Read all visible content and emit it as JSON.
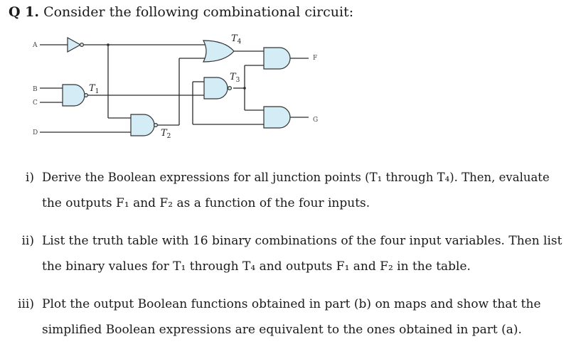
{
  "question": {
    "label": "Q 1.",
    "text": "Consider the following combinational circuit:"
  },
  "circuit": {
    "inputs": [
      "A",
      "B",
      "C",
      "D"
    ],
    "outputs": [
      "F",
      "G"
    ],
    "junctions": [
      "T",
      "T",
      "T",
      "T"
    ],
    "junction_subs": [
      "1",
      "2",
      "3",
      "4"
    ]
  },
  "items": [
    {
      "number": "i)",
      "line1": "Derive the Boolean expressions for all junction points (T₁ through T₄). Then, evaluate",
      "line2": "the outputs F₁ and F₂ as a function of the four inputs."
    },
    {
      "number": "ii)",
      "line1": "List the truth table with 16 binary combinations of the four input variables. Then list",
      "line2": "the binary values for T₁ through T₄ and outputs F₁ and F₂ in the table."
    },
    {
      "number": "iii)",
      "line1": "Plot the output Boolean functions obtained in part (b) on maps and show that the",
      "line2": "simplified Boolean expressions are equivalent to the ones obtained in part (a)."
    }
  ]
}
